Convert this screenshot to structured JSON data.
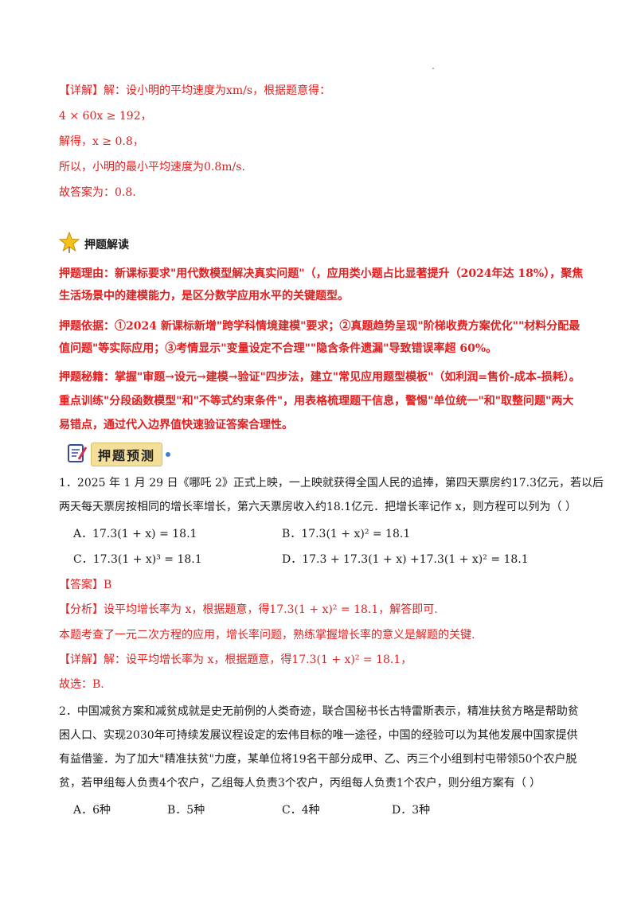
{
  "solution1": {
    "l1": "【详解】解：设小明的平均速度为xm/s，根据题意得：",
    "l2": "4 × 60x ≥ 192，",
    "l3": "解得，x ≥ 0.8，",
    "l4": "所以，小明的最小平均速度为0.8m/s.",
    "l5": "故答案为：0.8."
  },
  "section": {
    "title": "押题解读"
  },
  "reading": {
    "p1a": "押题理由：新课标要求\"用代数模型解决真实问题\"（，应用类小题占比显著提升（2024年达 18%），聚焦",
    "p1b": "生活场景中的建模能力，是区分数学应用水平的关键题型。",
    "p2a": "押题依据：①2024 新课标新增\"跨学科情境建模\"要求；②真题趋势呈现\"阶梯收费方案优化\"\"材料分配最",
    "p2b": "值问题\"等实际应用；③考情显示\"变量设定不合理\"\"隐含条件遗漏\"导致错误率超 60%。",
    "p3a": "押题秘籍：掌握\"审题→设元→建模→验证\"四步法，建立\"常见应用题型模板\"（如利润=售价-成本-损耗）。",
    "p3b": "重点训练\"分段函数模型\"和\"不等式约束条件\"，用表格梳理题干信息，警惕\"单位统一\"和\"取整问题\"两大",
    "p3c": "易错点，通过代入边界值快速验证答案合理性。"
  },
  "predict": {
    "title": "押题预测"
  },
  "q1": {
    "stem1": "1．2025 年 1 月 29 日《哪吒 2》正式上映，一上映就获得全国人民的追捧，第四天票房约17.3亿元，若以后",
    "stem2": "两天每天票房按相同的增长率增长，第六天票房收入约18.1亿元．把增长率记作 x，则方程可以列为（    ）",
    "optA": "A．17.3(1 + x) = 18.1",
    "optB": "B．17.3(1 + x)² = 18.1",
    "optC": "C．17.3(1 + x)³ = 18.1",
    "optD": "D．17.3 + 17.3(1 + x) +17.3(1 + x)² = 18.1",
    "answer": "【答案】B",
    "analysis": "【分析】设平均增长率为 x，根据题意，得17.3(1 + x)² = 18.1，解答即可.",
    "note": "本题考查了一元二次方程的应用，增长率问题，熟练掌握增长率的意义是解题的关键.",
    "detail": "【详解】解：设平均增长率为 x，根据题意，得17.3(1 + x)² = 18.1，",
    "choose": "故选：B."
  },
  "q2": {
    "stem1": "2．中国减贫方案和减贫成就是史无前例的人类奇迹，联合国秘书长古特雷斯表示，精准扶贫方略是帮助贫",
    "stem2": "困人口、实现2030年可持续发展议程设定的宏伟目标的唯一途径，中国的经验可以为其他发展中国家提供",
    "stem3": "有益借鉴．为了加大\"精准扶贫\"力度，某单位将19名干部分成甲、乙、丙三个小组到村屯带领50个农户脱",
    "stem4": "贫，若甲组每人负责4个农户，乙组每人负责3个农户，丙组每人负责1个农户，则分组方案有（    ）",
    "optA": "A．6种",
    "optB": "B．5种",
    "optC": "C．4种",
    "optD": "D．3种"
  }
}
